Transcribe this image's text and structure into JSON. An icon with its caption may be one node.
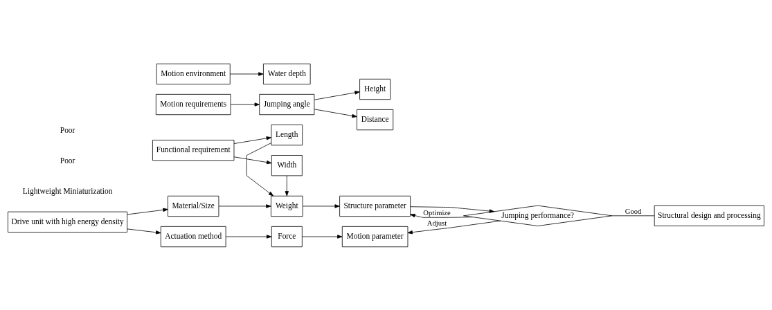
{
  "diagram": {
    "nodes": [
      {
        "text": [
          "Functional requirement"
        ]
      },
      {
        "text": [
          "Length"
        ]
      },
      {
        "text": [
          "Width"
        ]
      },
      {
        "text": [
          "Weight"
        ]
      },
      {
        "text": [
          "Material/Size"
        ]
      },
      {
        "text": [
          "Drive unit with high energy density"
        ]
      },
      {
        "text": [
          "Structure parameter"
        ]
      },
      {
        "text": [
          "Motion parameter"
        ]
      },
      {
        "text": [
          "Jumping performance?"
        ]
      },
      {
        "text": [
          "Structural design and processing"
        ]
      },
      {
        "text": [
          "Actuation method"
        ]
      },
      {
        "text": [
          "Force"
        ]
      },
      {
        "text": [
          "Jumping angle"
        ]
      },
      {
        "text": [
          "Water depth"
        ]
      },
      {
        "text": [
          "Height"
        ]
      },
      {
        "text": [
          "Distance"
        ]
      },
      {
        "text": [
          "Motion requirements"
        ]
      },
      {
        "text": [
          "Motion environment"
        ]
      }
    ],
    "edges": [
      {
        "from": 0,
        "to": 1,
        "arrow": "to"
      },
      {
        "from": 0,
        "to": 2,
        "arrow": "to"
      },
      {
        "from": 1,
        "to": 3,
        "arrow": "to"
      },
      {
        "from": 2,
        "to": 3,
        "arrow": "to"
      },
      {
        "from": 4,
        "to": 3,
        "arrow": "to"
      },
      {
        "from": 5,
        "to": 4,
        "arrow": "to"
      },
      {
        "from": 5,
        "to": 10,
        "arrow": "to"
      },
      {
        "from": 3,
        "to": 6,
        "arrow": "to"
      },
      {
        "from": 11,
        "to": 7,
        "arrow": "to"
      },
      {
        "from": 10,
        "to": 11,
        "arrow": "to"
      },
      {
        "from": 16,
        "to": 12,
        "arrow": "to"
      },
      {
        "from": 17,
        "to": 13,
        "arrow": "to"
      },
      {
        "from": 12,
        "to": 14,
        "arrow": "to"
      },
      {
        "from": 12,
        "to": 15,
        "arrow": "to"
      },
      {
        "from": 6,
        "to": 8,
        "arrow": "to"
      },
      {
        "from": 8,
        "to": 6,
        "arrow": "to",
        "label": "Optimize"
      },
      {
        "from": 8,
        "to": 7,
        "arrow": "to",
        "label": "Adjust"
      },
      {
        "from": 8,
        "to": 9,
        "arrow": "none",
        "label": "Good"
      }
    ],
    "labels": [
      "Lightweight Miniaturization",
      "Poor",
      "Poor"
    ]
  }
}
